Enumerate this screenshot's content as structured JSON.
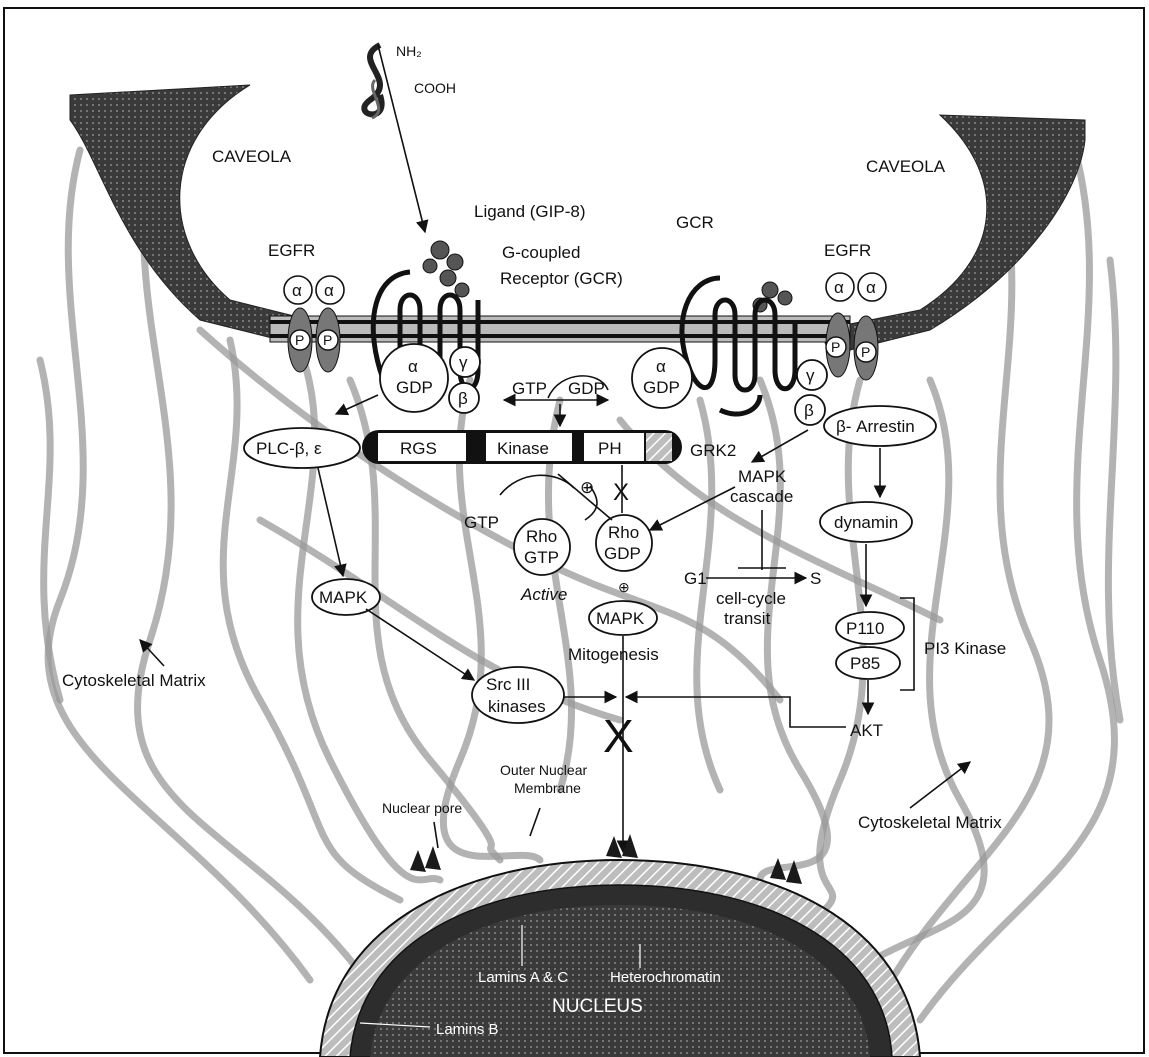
{
  "peptide": {
    "nh2": "NH₂",
    "cooh": "COOH"
  },
  "caveola_left": "CAVEOLA",
  "caveola_right": "CAVEOLA",
  "ligand": "Ligand (GIP-8)",
  "gcr_label": "GCR",
  "receptor_line1": "G-coupled",
  "receptor_line2": "Receptor (GCR)",
  "egfr_left": "EGFR",
  "egfr_right": "EGFR",
  "alpha": "α",
  "gamma": "γ",
  "beta": "β",
  "gdp": "GDP",
  "gtp": "GTP",
  "p": "P",
  "grk2": {
    "name": "GRK2",
    "domains": [
      "RGS",
      "Kinase",
      "PH"
    ]
  },
  "plc": "PLC-β, ε",
  "arrestin": "β- Arrestin",
  "dynamin": "dynamin",
  "mapk": "MAPK",
  "mapk_cascade_line1": "MAPK",
  "mapk_cascade_line2": "cascade",
  "rho": "Rho",
  "active": "Active",
  "plus": "⊕",
  "mitogenesis": "Mitogenesis",
  "g1": "G1",
  "s": "S",
  "cellcycle_line1": "cell-cycle",
  "cellcycle_line2": "transit",
  "p110": "P110",
  "p85": "P85",
  "pi3k": "PI3 Kinase",
  "akt": "AKT",
  "src_line1": "Src III",
  "src_line2": "kinases",
  "cytoskeletal_left": "Cytoskeletal Matrix",
  "cytoskeletal_right": "Cytoskeletal Matrix",
  "outer_membrane_line1": "Outer Nuclear",
  "outer_membrane_line2": "Membrane",
  "nuclear_pore": "Nuclear pore",
  "lamins_ac": "Lamins A & C",
  "heterochromatin": "Heterochromatin",
  "nucleus": "NUCLEUS",
  "lamins_b": "Lamins B",
  "block_mark": "X"
}
